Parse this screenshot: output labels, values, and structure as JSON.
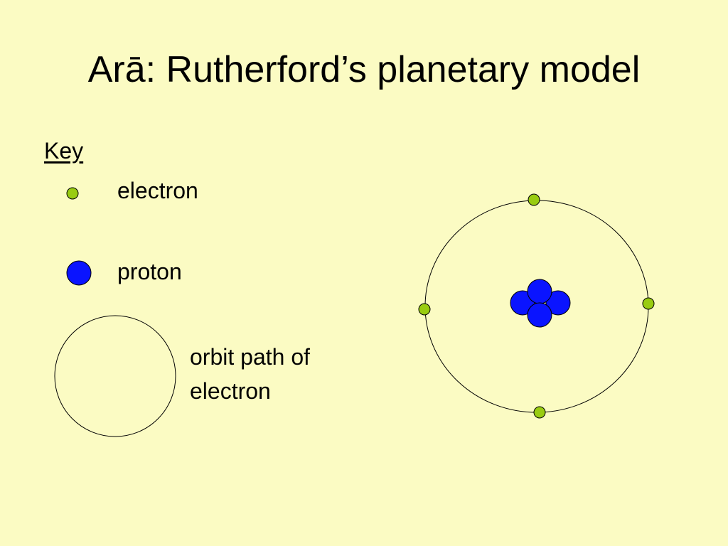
{
  "colors": {
    "background": "#FBFBC3",
    "electron_fill": "#99CC11",
    "proton_fill": "#0A14FF",
    "stroke": "#000000"
  },
  "slide": {
    "title": "Arā: Rutherford’s planetary model"
  },
  "key": {
    "heading": "Key",
    "items": [
      {
        "symbol": "electron",
        "label": "electron"
      },
      {
        "symbol": "proton",
        "label": "proton"
      },
      {
        "symbol": "orbit",
        "label_lines": [
          "orbit path of",
          "electron"
        ]
      }
    ]
  },
  "atom_model": {
    "proton_count": 4,
    "electron_count": 4,
    "orbit_count": 1
  }
}
